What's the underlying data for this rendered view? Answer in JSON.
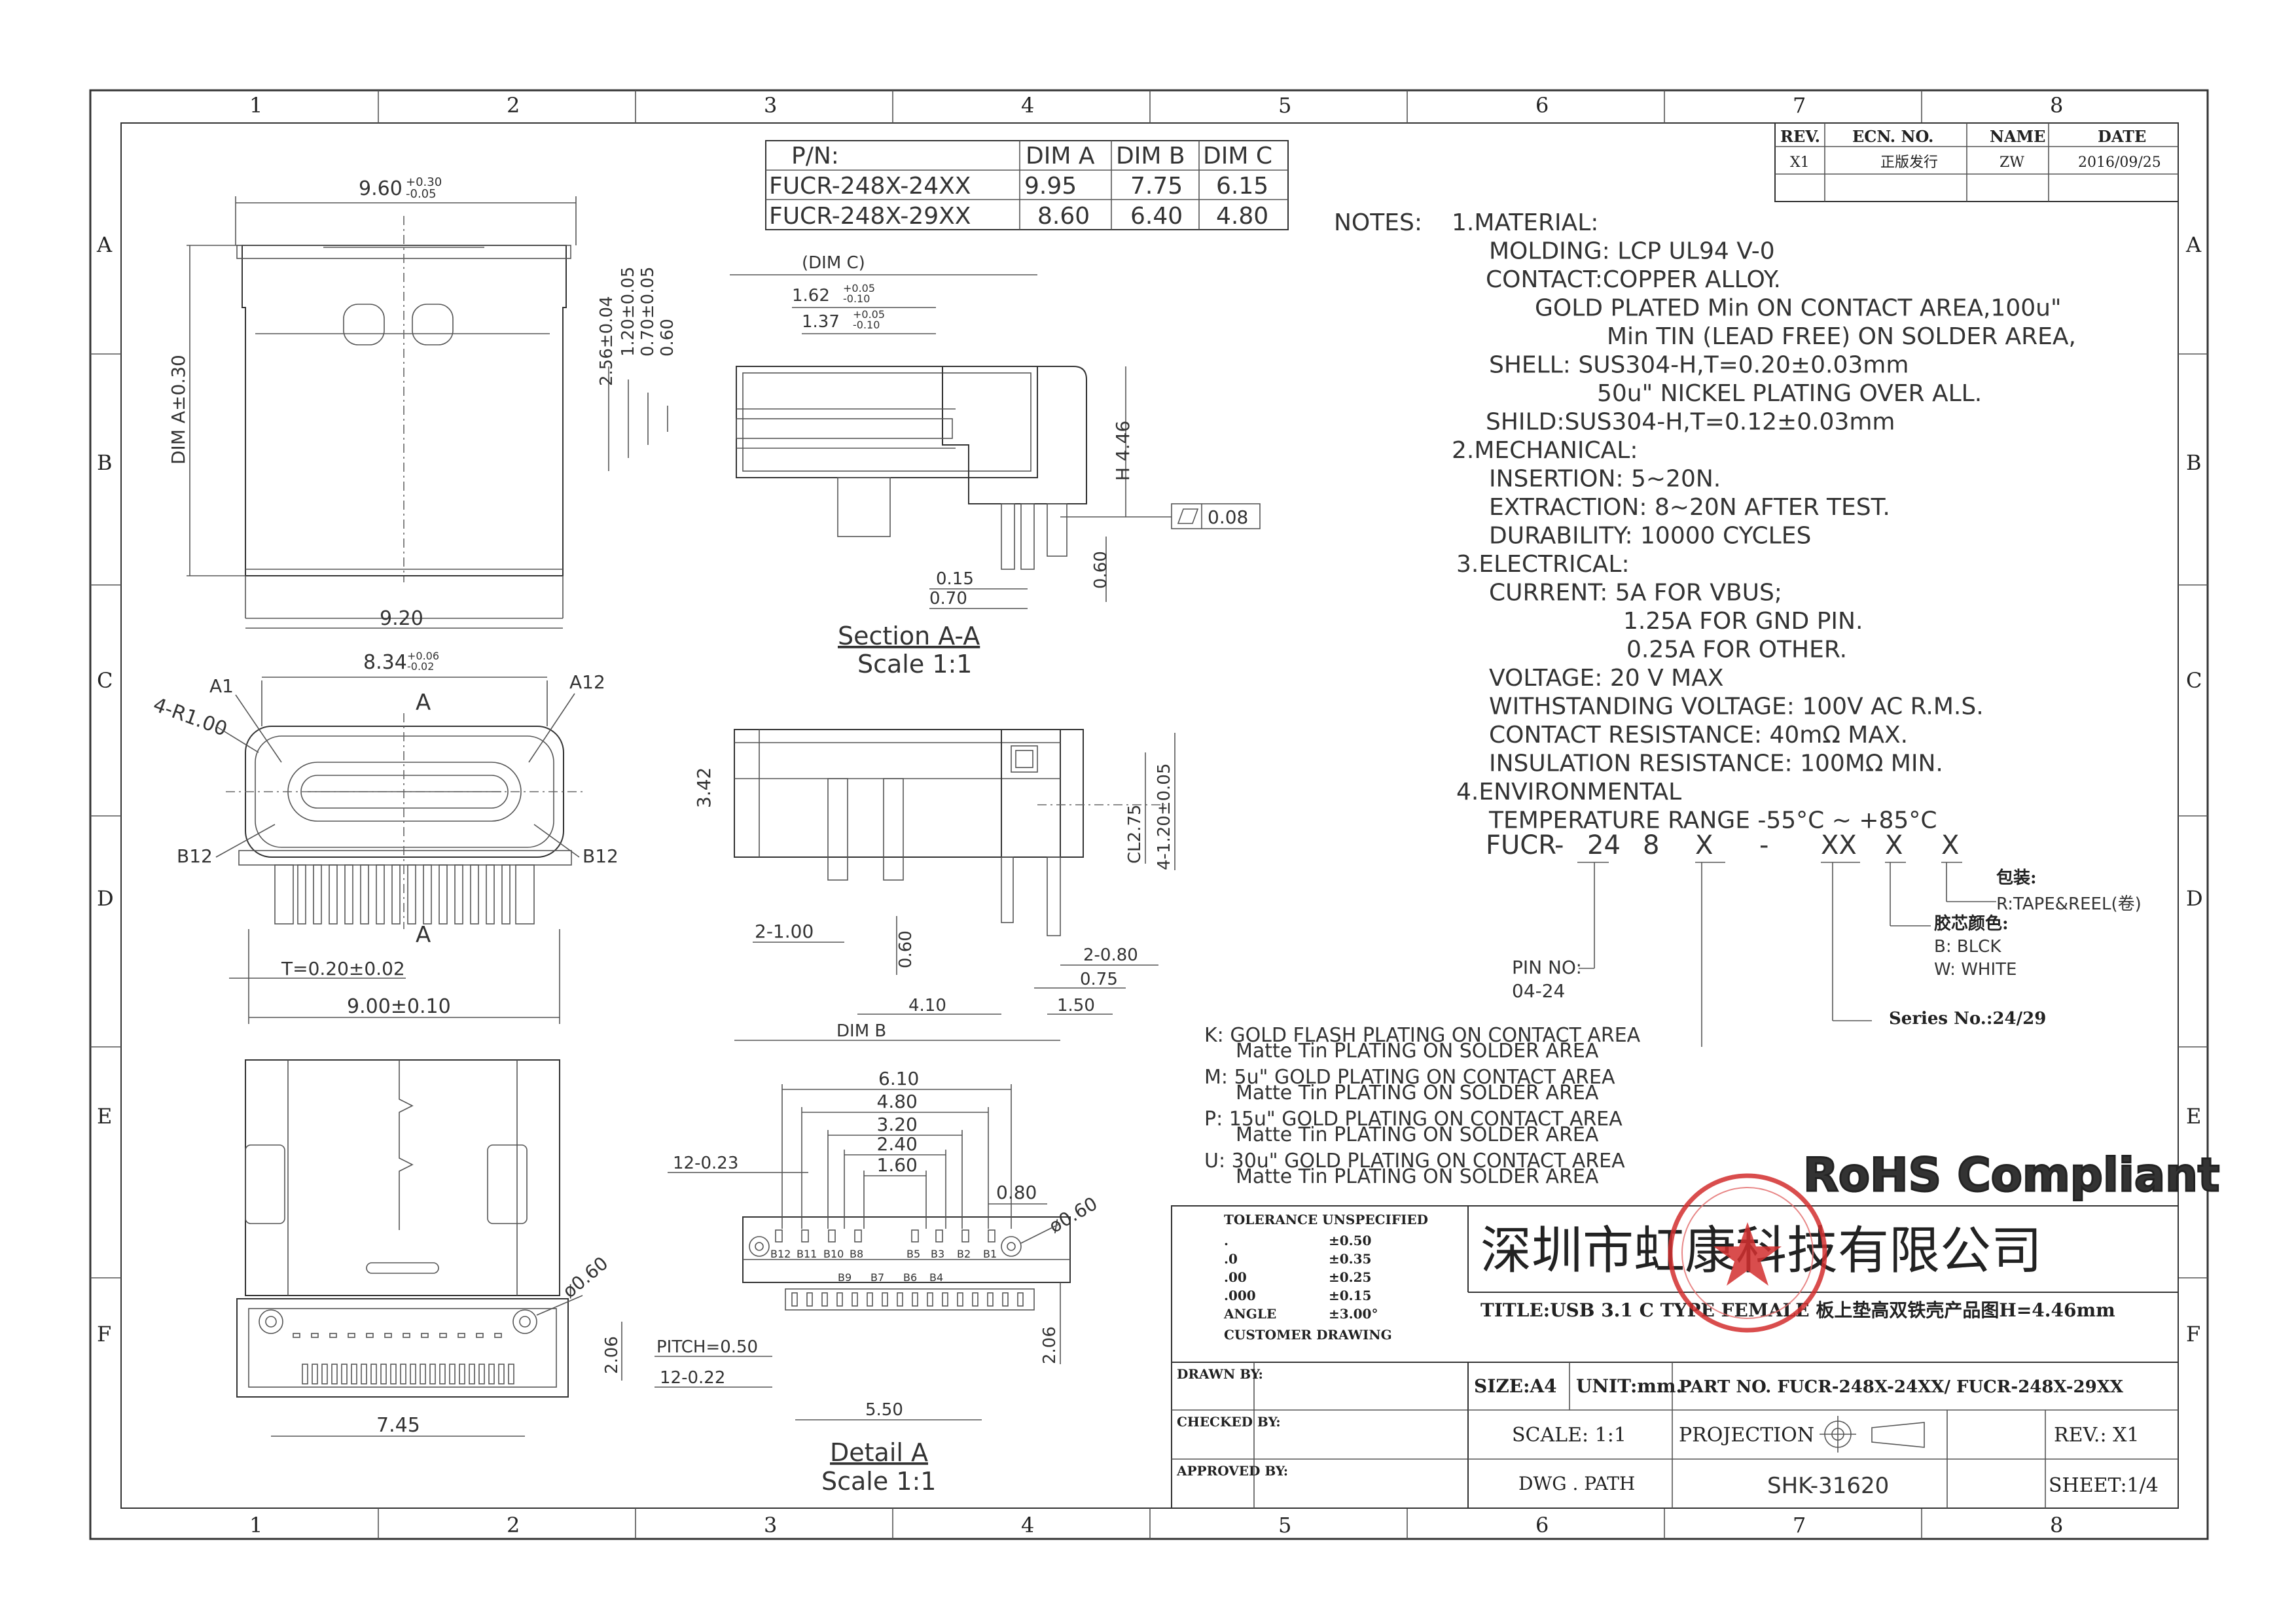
{
  "grid": {
    "columns": [
      "1",
      "2",
      "3",
      "4",
      "5",
      "6",
      "7",
      "8"
    ],
    "rows": [
      "A",
      "B",
      "C",
      "D",
      "E",
      "F"
    ]
  },
  "pn_table": {
    "headers": [
      "P/N:",
      "DIM A",
      "DIM B",
      "DIM C"
    ],
    "rows": [
      [
        "FUCR-248X-24XX",
        "9.95",
        "7.75",
        "6.15"
      ],
      [
        "FUCR-248X-29XX",
        "8.60",
        "6.40",
        "4.80"
      ]
    ]
  },
  "revision_table": {
    "headers": [
      "REV.",
      "ECN. NO.",
      "NAME",
      "DATE"
    ],
    "row": [
      "X1",
      "正版发行",
      "ZW",
      "2016/09/25"
    ]
  },
  "notes": {
    "label": "NOTES:",
    "lines": [
      "1.MATERIAL:",
      "MOLDING: LCP UL94 V-0",
      "CONTACT:COPPER ALLOY.",
      "GOLD PLATED Min ON CONTACT AREA,100u\"",
      "Min TIN (LEAD FREE) ON SOLDER AREA,",
      "SHELL: SUS304-H,T=0.20±0.03mm",
      "50u\" NICKEL PLATING OVER ALL.",
      "SHILD:SUS304-H,T=0.12±0.03mm",
      "2.MECHANICAL:",
      "INSERTION: 5~20N.",
      "EXTRACTION: 8~20N AFTER TEST.",
      "DURABILITY: 10000 CYCLES",
      "3.ELECTRICAL:",
      "CURRENT: 5A FOR VBUS;",
      "1.25A FOR GND PIN.",
      "0.25A FOR OTHER.",
      "VOLTAGE: 20 V MAX",
      "WITHSTANDING VOLTAGE: 100V AC R.M.S.",
      "CONTACT RESISTANCE: 40mΩ MAX.",
      "INSULATION RESISTANCE: 100MΩ MIN.",
      "4.ENVIRONMENTAL",
      "TEMPERATURE RANGE -55°C ~ +85°C"
    ]
  },
  "part_code": {
    "segments": [
      "FUCR",
      "-",
      "24",
      "8",
      "X",
      "-",
      "XX",
      "X",
      "X"
    ],
    "packaging_label": "包装:",
    "packaging_value": "R:TAPE&REEL(卷)",
    "core_color_label": "胶芯颜色:",
    "core_color_values": [
      "B: BLCK",
      "W: WHITE"
    ],
    "pin_no_label": "PIN NO:",
    "pin_no_value": "04-24",
    "series_label": "Series No.:24/29"
  },
  "plating_options": [
    [
      "K: GOLD FLASH PLATING ON CONTACT AREA",
      "Matte Tin PLATING ON SOLDER AREA"
    ],
    [
      "M: 5u\" GOLD PLATING ON CONTACT AREA",
      "Matte Tin PLATING ON SOLDER AREA"
    ],
    [
      "P: 15u\" GOLD PLATING ON CONTACT AREA",
      "Matte Tin PLATING ON SOLDER AREA"
    ],
    [
      "U: 30u\" GOLD PLATING ON CONTACT AREA",
      "Matte Tin PLATING ON SOLDER AREA"
    ]
  ],
  "rohs": "RoHS Compliant",
  "company": "深圳市虹康科技有限公司",
  "tolerance": {
    "title": "TOLERANCE UNSPECIFIED",
    "rows": [
      [
        ".",
        "±0.50"
      ],
      [
        ".0",
        "±0.35"
      ],
      [
        ".00",
        "±0.25"
      ],
      [
        ".000",
        "±0.15"
      ],
      [
        "ANGLE",
        "±3.00°"
      ]
    ],
    "footer": "CUSTOMER DRAWING"
  },
  "title_block": {
    "title": "TITLE:USB 3.1 C TYPE FEMALE 板上垫高双铁壳产品图H=4.46mm",
    "drawn_by": "DRAWN BY:",
    "checked_by": "CHECKED BY:",
    "approved_by": "APPROVED BY:",
    "size": "SIZE:A4",
    "unit": "UNIT:mm.",
    "part_no": "PART NO. FUCR-248X-24XX/ FUCR-248X-29XX",
    "scale": "SCALE: 1:1",
    "projection": "PROJECTION",
    "rev": "REV.: X1",
    "dwg_path": "DWG . PATH",
    "dwg_no": "SHK-31620",
    "sheet": "SHEET:1/4"
  },
  "views": {
    "section_title": "Section A-A",
    "section_scale": "Scale 1:1",
    "detail_title": "Detail A",
    "detail_scale": "Scale 1:1"
  },
  "dims": {
    "top_width": "9.60",
    "top_width_tol_plus": "+0.30",
    "top_width_tol_minus": "-0.05",
    "dim_a": "DIM A±0.30",
    "bottom_width": "9.20",
    "front_width": "8.34",
    "front_tol_plus": "+0.06",
    "front_tol_minus": "-0.02",
    "r_label": "4-R1.00",
    "a1": "A1",
    "a12": "A12",
    "b12": "B12",
    "section_mark": "A",
    "shell_t": "T=0.20±0.02",
    "overall": "9.00±0.10",
    "sec_dimc": "(DIM C)",
    "sec_162": "1.62",
    "sec_162_tol_plus": "+0.05",
    "sec_162_tol_minus": "-0.10",
    "sec_137": "1.37",
    "sec_137_tol_plus": "+0.05",
    "sec_137_tol_minus": "-0.10",
    "sec_256": "2.56±0.04",
    "sec_120": "1.20±0.05",
    "sec_070": "0.70±0.05",
    "sec_060": "0.60",
    "sec_h": "H 4.46",
    "flatness": "0.08",
    "sec_015": "0.15",
    "sec_070b": "0.70",
    "sec_060b": "0.60",
    "side_342": "3.42",
    "side_cl": "CL2.75",
    "side_4120": "4-1.20±0.05",
    "side_2100": "2-1.00",
    "side_060": "0.60",
    "side_2080": "2-0.80",
    "side_075": "0.75",
    "side_410": "4.10",
    "side_150": "1.50",
    "side_dimb": "DIM B",
    "det_610": "6.10",
    "det_480": "4.80",
    "det_320": "3.20",
    "det_240": "2.40",
    "det_160": "1.60",
    "det_12023": "12-0.23",
    "det_080": "0.80",
    "det_d060": "ø0.60",
    "det_pitch": "PITCH=0.50",
    "det_12022": "12-0.22",
    "det_550": "5.50",
    "det_206": "2.06",
    "bot_d060": "ø0.60",
    "bot_206": "2.06",
    "bot_745": "7.45",
    "pins_top": [
      "B12",
      "B11",
      "B10",
      "B8",
      "B5",
      "B3",
      "B2",
      "B1"
    ],
    "pins_mid": [
      "B9",
      "B7",
      "B6",
      "B4"
    ]
  }
}
